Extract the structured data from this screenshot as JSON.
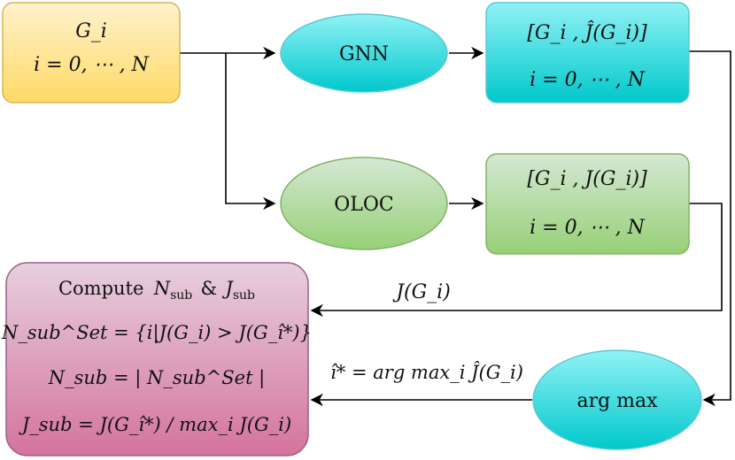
{
  "nodes": {
    "input": {
      "line1": "G_i",
      "line2": "i = 0, ⋯ , N"
    },
    "gnn": {
      "label": "GNN"
    },
    "gnn_out": {
      "line1": "[G_i , Ĵ(G_i)]",
      "line2": "i = 0, ⋯ , N"
    },
    "oloc": {
      "label": "OLOC"
    },
    "oloc_out": {
      "line1": "[G_i , J(G_i)]",
      "line2": "i = 0, ⋯ , N"
    },
    "argmax": {
      "label": "arg max"
    },
    "compute": {
      "line1_prefix": "Compute",
      "line1_n": "N",
      "line1_amp": "&",
      "line1_j": "J",
      "sub": "sub",
      "set": "Set",
      "line2": "N_sub^Set = {i|J(G_i) > J(G_î*)}",
      "line3": "N_sub = | N_sub^Set |",
      "line4": "J_sub = J(G_î*) / max_i J(G_i)"
    }
  },
  "edges": {
    "j_label": "J(G_i)",
    "argmax_label": "î* = arg max_i Ĵ(G_i)"
  },
  "colors": {
    "yellow_top": "#fff2cc",
    "yellow_bottom": "#ffd966",
    "yellow_stroke": "#d6b656",
    "cyan_top": "#91f2f5",
    "cyan_bottom": "#00c8cc",
    "cyan_stroke": "#5cc8d4",
    "green_top": "#d5e8d4",
    "green_bottom": "#97d077",
    "green_stroke": "#82b366",
    "pink_top": "#e6d0de",
    "pink_bottom": "#d5739d",
    "pink_stroke": "#996185"
  }
}
